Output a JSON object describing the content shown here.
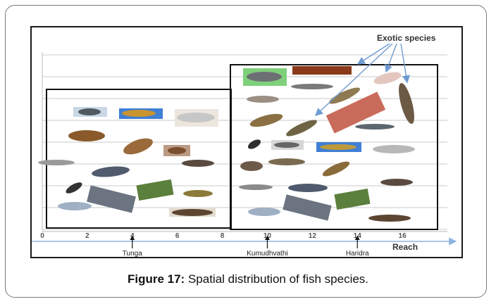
{
  "caption": {
    "label": "Figure 17:",
    "text": " Spatial distribution of fish species."
  },
  "chart_data": {
    "type": "scatter",
    "x_ticks": [
      "0",
      "2",
      "4",
      "6",
      "8",
      "10",
      "12",
      "14",
      "16"
    ],
    "xlabel": "Reach",
    "xlim": [
      0,
      18
    ],
    "grid": "horizontal",
    "locations": [
      {
        "name": "Tunga",
        "x": 4
      },
      {
        "name": "Kumudhvathi",
        "x": 10
      },
      {
        "name": "Haridra",
        "x": 14
      }
    ],
    "annotation": "Exotic species",
    "colors": {
      "frame": "#1a1a1a",
      "axis": "#8db3e2",
      "arrow": "#6f9bd2",
      "grid": "#c8c8c8"
    }
  }
}
